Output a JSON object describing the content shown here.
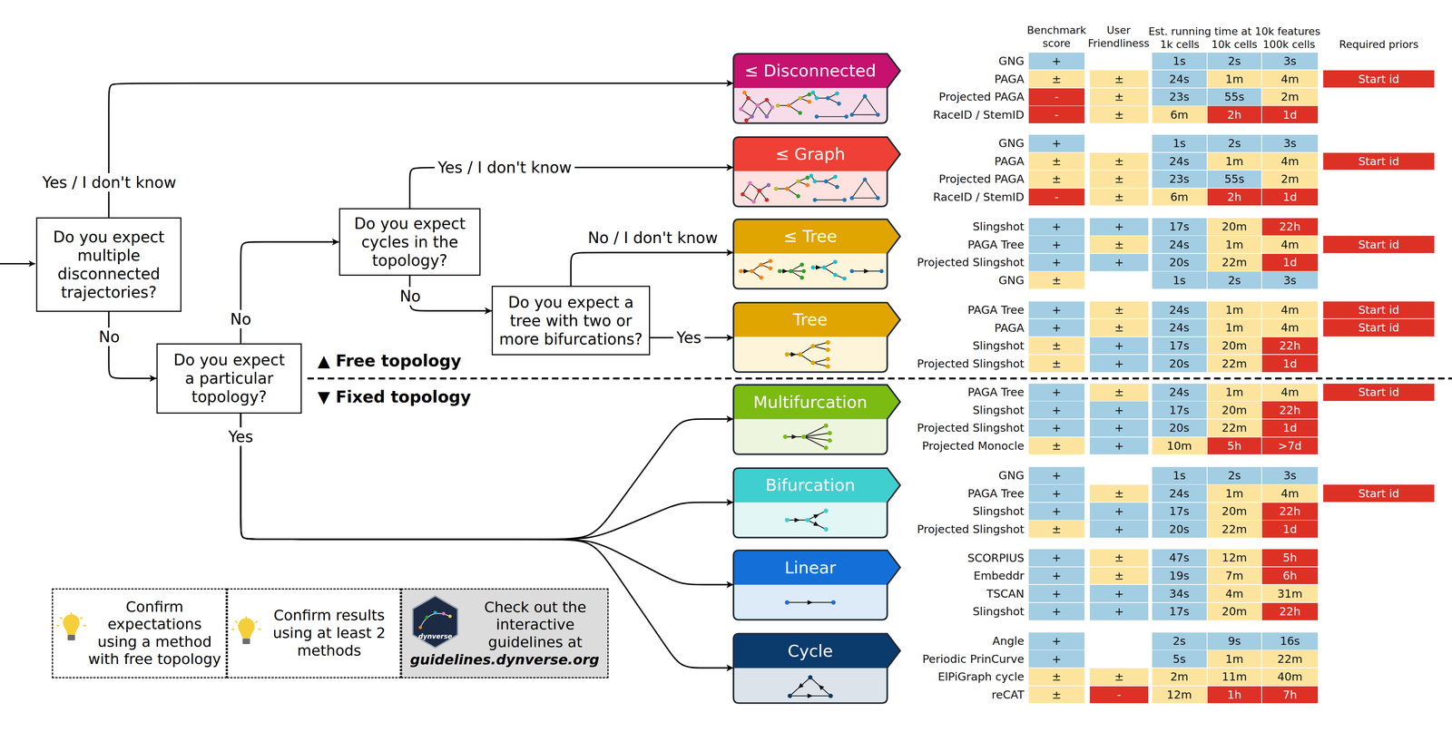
{
  "diagram": {
    "nodes": [
      {
        "text": [
          "Do you expect multiple disconnected trajectories?"
        ]
      },
      {
        "text": [
          "Do you expect a particular topology?"
        ]
      },
      {
        "text": [
          "Do you expect cycles in the topology?"
        ]
      },
      {
        "text": [
          "Do you expect a tree with two or more bifurcations?"
        ]
      },
      {
        "text": [
          "≤ Disconnected"
        ]
      },
      {
        "text": [
          "≤ Graph"
        ]
      },
      {
        "text": [
          "≤ Tree"
        ]
      },
      {
        "text": [
          "Tree"
        ]
      },
      {
        "text": [
          "Multifurcation"
        ]
      },
      {
        "text": [
          "Bifurcation"
        ]
      },
      {
        "text": [
          "Linear"
        ]
      },
      {
        "text": [
          "Cycle"
        ]
      },
      {
        "text": [
          "Confirm expectations using a method with free topology"
        ]
      },
      {
        "text": [
          "Confirm results using at least 2 methods"
        ]
      },
      {
        "text": [
          "Check out the interactive guidelines at",
          "guidelines.dynverse.org"
        ]
      }
    ],
    "edges": [
      {
        "from": 0,
        "to": 4,
        "arrow": "to",
        "label": "Yes / I don't know"
      },
      {
        "from": 0,
        "to": 1,
        "arrow": "to",
        "label": "No"
      },
      {
        "from": 1,
        "to": 2,
        "arrow": "to",
        "label": "No"
      },
      {
        "from": 2,
        "to": 5,
        "arrow": "to",
        "label": "Yes / I don't know"
      },
      {
        "from": 2,
        "to": 3,
        "arrow": "to",
        "label": "No"
      },
      {
        "from": 3,
        "to": 6,
        "arrow": "to",
        "label": "No / I don't know"
      },
      {
        "from": 3,
        "to": 7,
        "arrow": "to",
        "label": "Yes"
      },
      {
        "from": 1,
        "to": 8,
        "arrow": "to",
        "label": "Yes"
      },
      {
        "from": 1,
        "to": 9,
        "arrow": "to"
      },
      {
        "from": 1,
        "to": 10,
        "arrow": "to"
      },
      {
        "from": 1,
        "to": 11,
        "arrow": "to"
      }
    ],
    "labels": [
      "▲ Free topology",
      "▼ Fixed topology",
      "Benchmark score",
      "User Friendliness",
      "Est. running time at 10k features",
      "1k cells",
      "10k cells",
      "100k cells",
      "Required priors",
      "GNG",
      "+",
      "1s",
      "2s",
      "3s",
      "PAGA",
      "±",
      "±",
      "24s",
      "1m",
      "4m",
      "Start id",
      "Projected PAGA",
      "-",
      "±",
      "23s",
      "55s",
      "2m",
      "RaceID / StemID",
      "-",
      "±",
      "6m",
      "2h",
      "1d",
      "GNG",
      "+",
      "1s",
      "2s",
      "3s",
      "PAGA",
      "±",
      "±",
      "24s",
      "1m",
      "4m",
      "Start id",
      "Projected PAGA",
      "±",
      "±",
      "23s",
      "55s",
      "2m",
      "RaceID / StemID",
      "-",
      "±",
      "6m",
      "2h",
      "1d",
      "Slingshot",
      "+",
      "+",
      "17s",
      "20m",
      "22h",
      "PAGA Tree",
      "+",
      "±",
      "24s",
      "1m",
      "4m",
      "Start id",
      "Projected Slingshot",
      "+",
      "+",
      "20s",
      "22m",
      "1d",
      "GNG",
      "±",
      "1s",
      "2s",
      "3s",
      "PAGA Tree",
      "+",
      "±",
      "24s",
      "1m",
      "4m",
      "Start id",
      "PAGA",
      "+",
      "±",
      "24s",
      "1m",
      "4m",
      "Start id",
      "Slingshot",
      "±",
      "+",
      "17s",
      "20m",
      "22h",
      "Projected Slingshot",
      "±",
      "+",
      "20s",
      "22m",
      "1d",
      "PAGA Tree",
      "+",
      "±",
      "24s",
      "1m",
      "4m",
      "Start id",
      "Slingshot",
      "+",
      "+",
      "17s",
      "20m",
      "22h",
      "Projected Slingshot",
      "+",
      "+",
      "20s",
      "22m",
      "1d",
      "Projected Monocle",
      "±",
      "+",
      "10m",
      "5h",
      ">7d",
      "GNG",
      "+",
      "1s",
      "2s",
      "3s",
      "PAGA Tree",
      "+",
      "±",
      "24s",
      "1m",
      "4m",
      "Start id",
      "Slingshot",
      "+",
      "+",
      "17s",
      "20m",
      "22h",
      "Projected Slingshot",
      "±",
      "+",
      "20s",
      "22m",
      "1d",
      "SCORPIUS",
      "+",
      "±",
      "47s",
      "12m",
      "5h",
      "Embeddr",
      "+",
      "±",
      "19s",
      "7m",
      "6h",
      "TSCAN",
      "+",
      "+",
      "34s",
      "4m",
      "31m",
      "Slingshot",
      "+",
      "+",
      "17s",
      "20m",
      "22h",
      "Angle",
      "+",
      "2s",
      "9s",
      "16s",
      "Periodic PrinCurve",
      "+",
      "5s",
      "1m",
      "22m",
      "ElPiGraph cycle",
      "±",
      "±",
      "2m",
      "11m",
      "40m",
      "reCAT",
      "±",
      "-",
      "12m",
      "1h",
      "7h",
      "dynverse"
    ]
  }
}
